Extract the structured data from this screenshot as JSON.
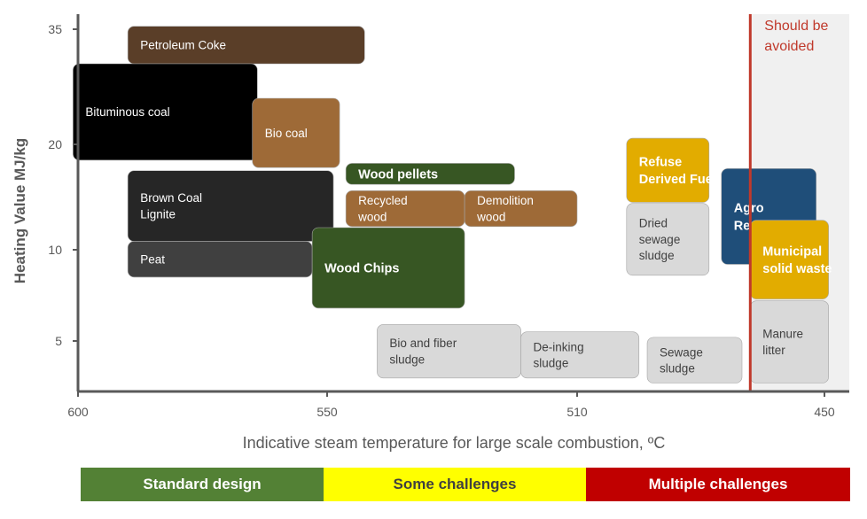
{
  "chart_data": {
    "type": "box-diagram",
    "xlabel": "Indicative steam temperature for large scale combustion, ºC",
    "ylabel": "Heating Value MJ/kg",
    "x_ticks": [
      {
        "value": 600,
        "label": "600"
      },
      {
        "value": 550,
        "label": "550"
      },
      {
        "value": 510,
        "label": "510"
      },
      {
        "value": 450,
        "label": "450"
      }
    ],
    "y_ticks": [
      {
        "value": 5,
        "label": "5"
      },
      {
        "value": 10,
        "label": "10"
      },
      {
        "value": 20,
        "label": "20"
      },
      {
        "value": 35,
        "label": "35"
      }
    ],
    "threshold_line": {
      "x": 468,
      "color": "#c0392b",
      "label": [
        "Should be",
        "avoided"
      ]
    },
    "avoid_zone_color": "#f0f0f0",
    "fuels": [
      {
        "id": "petroleum-coke",
        "lines": [
          "Petroleum Coke"
        ],
        "x": [
          590,
          544
        ],
        "y": [
          30.5,
          35.5
        ],
        "color": "#5a3e28",
        "text_color": "#ffffff",
        "bold": false
      },
      {
        "id": "bituminous-coal",
        "lines": [
          "Bituminous coal"
        ],
        "x": [
          601,
          564
        ],
        "y": [
          18.5,
          30.5
        ],
        "color": "#000000",
        "text_color": "#ffffff",
        "bold": false
      },
      {
        "id": "bio-coal",
        "lines": [
          "Bio coal"
        ],
        "x": [
          565,
          548
        ],
        "y": [
          17.8,
          26
        ],
        "color": "#9e6a37",
        "text_color": "#ffffff",
        "bold": false
      },
      {
        "id": "brown-coal-lignite",
        "lines": [
          "Brown Coal",
          "Lignite"
        ],
        "x": [
          590,
          549
        ],
        "y": [
          10.8,
          17.5
        ],
        "color": "#262626",
        "text_color": "#ffffff",
        "bold": false
      },
      {
        "id": "peat",
        "lines": [
          "Peat"
        ],
        "x": [
          590,
          553
        ],
        "y": [
          8.5,
          10.8
        ],
        "color": "#404040",
        "text_color": "#ffffff",
        "bold": false
      },
      {
        "id": "wood-pellets",
        "lines": [
          "Wood pellets"
        ],
        "x": [
          547,
          520
        ],
        "y": [
          16.2,
          18.2
        ],
        "color": "#375623",
        "text_color": "#ffffff",
        "bold": true
      },
      {
        "id": "recycled-wood",
        "lines": [
          "Recycled",
          "wood"
        ],
        "x": [
          547,
          528
        ],
        "y": [
          12.2,
          15.6
        ],
        "color": "#9e6a37",
        "text_color": "#ffffff",
        "bold": false
      },
      {
        "id": "demolition-wood",
        "lines": [
          "Demolition",
          "wood"
        ],
        "x": [
          528,
          510
        ],
        "y": [
          12.2,
          15.6
        ],
        "color": "#9e6a37",
        "text_color": "#ffffff",
        "bold": false
      },
      {
        "id": "wood-chips",
        "lines": [
          "Wood Chips"
        ],
        "x": [
          553,
          528
        ],
        "y": [
          6.8,
          12.1
        ],
        "color": "#375623",
        "text_color": "#ffffff",
        "bold": true
      },
      {
        "id": "refuse-derived-fuel",
        "lines": [
          "Refuse",
          "Derived Fuel"
        ],
        "x": [
          498,
          478
        ],
        "y": [
          14.5,
          20.8
        ],
        "color": "#e2ac00",
        "text_color": "#ffffff",
        "bold": true
      },
      {
        "id": "dried-sewage-sludge",
        "lines": [
          "Dried",
          "sewage",
          "sludge"
        ],
        "x": [
          498,
          478
        ],
        "y": [
          8.6,
          14.4
        ],
        "color": "#d9d9d9",
        "text_color": "#404040",
        "bold": false
      },
      {
        "id": "agro-residues",
        "lines": [
          "Agro",
          "Residues"
        ],
        "x": [
          475,
          452
        ],
        "y": [
          9.2,
          17.7
        ],
        "color": "#1f4e79",
        "text_color": "#ffffff",
        "bold": true
      },
      {
        "id": "municipal-solid-waste",
        "lines": [
          "Municipal",
          "solid waste"
        ],
        "x": [
          468,
          449
        ],
        "y": [
          7.3,
          12.8
        ],
        "color": "#e2ac00",
        "text_color": "#ffffff",
        "bold": true
      },
      {
        "id": "manure-litter",
        "lines": [
          "Manure",
          "litter"
        ],
        "x": [
          468,
          449
        ],
        "y": [
          2.5,
          7.2
        ],
        "color": "#d9d9d9",
        "text_color": "#404040",
        "bold": false
      },
      {
        "id": "bio-fiber-sludge",
        "lines": [
          "Bio and fiber",
          "sludge"
        ],
        "x": [
          542,
          519
        ],
        "y": [
          2.8,
          5.9
        ],
        "color": "#d9d9d9",
        "text_color": "#404040",
        "bold": false
      },
      {
        "id": "de-inking-sludge",
        "lines": [
          "De-inking",
          "sludge"
        ],
        "x": [
          519,
          495
        ],
        "y": [
          2.8,
          5.5
        ],
        "color": "#d9d9d9",
        "text_color": "#404040",
        "bold": false
      },
      {
        "id": "sewage-sludge",
        "lines": [
          "Sewage",
          "sludge"
        ],
        "x": [
          493,
          470
        ],
        "y": [
          2.5,
          5.2
        ],
        "color": "#d9d9d9",
        "text_color": "#404040",
        "bold": false
      }
    ],
    "scale_bar": [
      {
        "label": "Standard design",
        "color": "#538135",
        "text_color": "#ffffff"
      },
      {
        "label": "Some challenges",
        "color": "#ffff00",
        "text_color": "#404040"
      },
      {
        "label": "Multiple challenges",
        "color": "#c00000",
        "text_color": "#ffffff"
      }
    ]
  }
}
